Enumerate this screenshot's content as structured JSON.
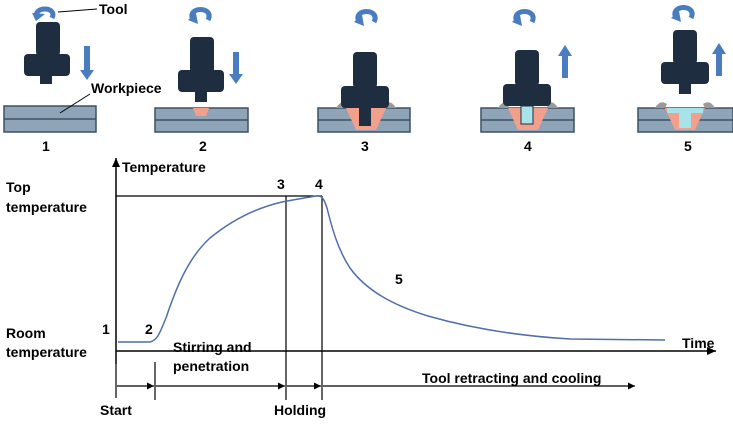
{
  "labels": {
    "tool": "Tool",
    "workpiece": "Workpiece",
    "stage_numbers": [
      "1",
      "2",
      "3",
      "4",
      "5"
    ]
  },
  "graph": {
    "y_axis_label": "Temperature",
    "x_axis_label": "Time",
    "top_temperature": [
      "Top",
      "temperature"
    ],
    "room_temperature": [
      "Room",
      "temperature"
    ],
    "curve_points": [
      "1",
      "2",
      "3",
      "4",
      "5"
    ],
    "phases": {
      "stirring": [
        "Stirring and",
        "penetration"
      ],
      "cooling": "Tool retracting and cooling",
      "start": "Start",
      "holding": "Holding"
    }
  },
  "colors": {
    "tool": "#1f2d40",
    "arrow": "#4a7cc0",
    "plate": "#8fa4b7",
    "plate_stroke": "#3c5166",
    "heat_zone": "#f2a08c",
    "keyhole": "#a8e3ea",
    "flash": "#9a9a9a",
    "curve": "#4f6fa8"
  }
}
